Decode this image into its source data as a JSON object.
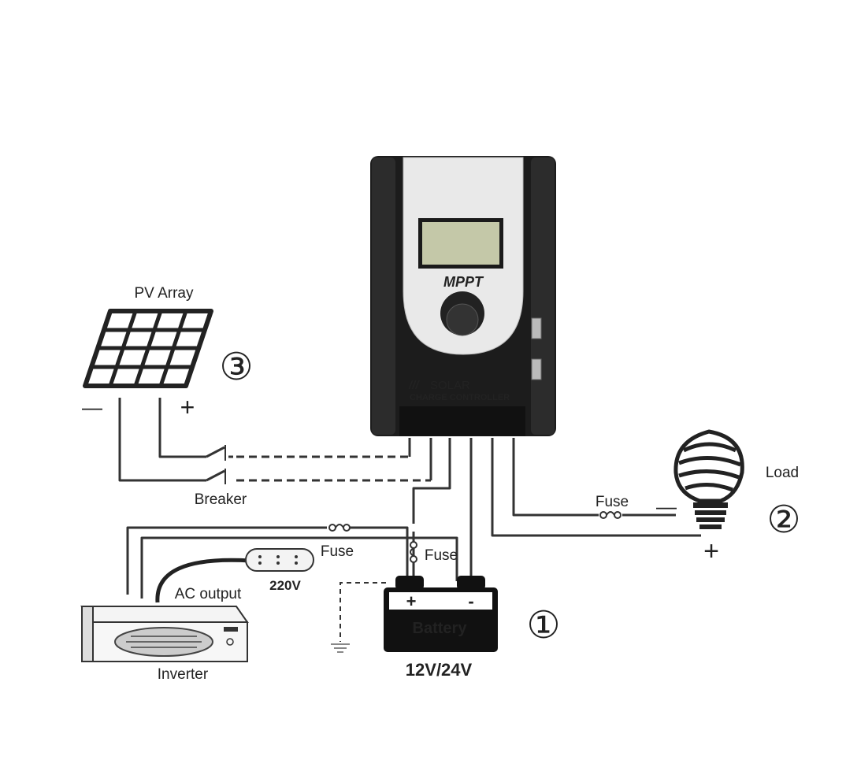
{
  "controller": {
    "brand_mark": "///",
    "title": "SOLAR",
    "subtitle": "CHARGE CONTROLLER",
    "model": "MPPT"
  },
  "pv": {
    "label": "PV Array",
    "minus": "—",
    "plus": "+",
    "number": "③"
  },
  "breaker": {
    "label": "Breaker"
  },
  "load": {
    "label": "Load",
    "fuse_label": "Fuse",
    "minus": "—",
    "plus": "+",
    "number": "②"
  },
  "battery": {
    "label": "Battery",
    "plus": "+",
    "minus": "-",
    "voltage": "12V/24V",
    "number": "①",
    "fuse_label": "Fuse"
  },
  "inverter": {
    "label": "Inverter",
    "fuse_label": "Fuse",
    "ac_output_label": "AC output",
    "voltage": "220V"
  }
}
